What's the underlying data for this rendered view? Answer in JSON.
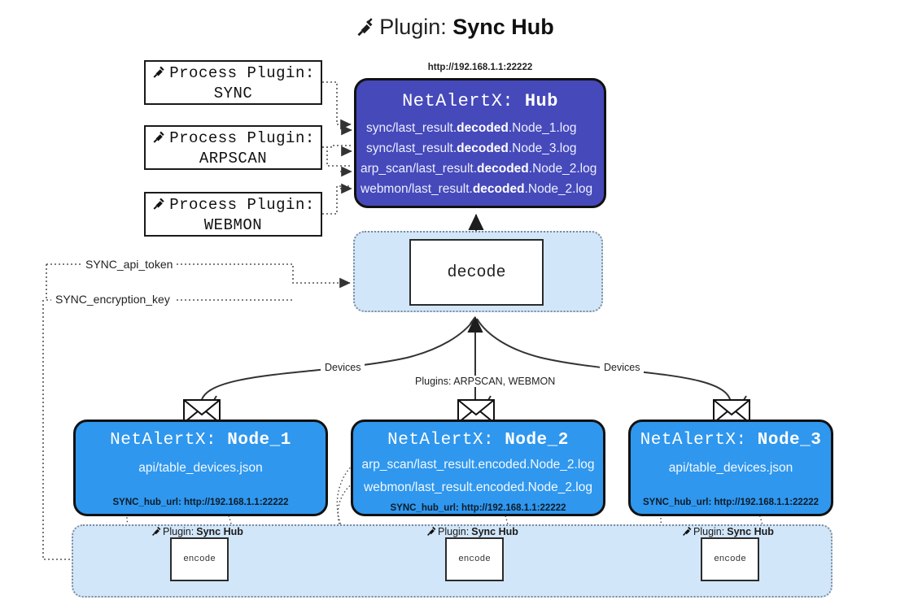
{
  "title": {
    "icon": "plug-icon",
    "prefix": "Plugin:",
    "name": "Sync Hub"
  },
  "process_plugins": [
    {
      "icon": "plug-icon",
      "line1": "Process Plugin:",
      "line2": "SYNC"
    },
    {
      "icon": "plug-icon",
      "line1": "Process Plugin:",
      "line2": "ARPSCAN"
    },
    {
      "icon": "plug-icon",
      "line1": "Process Plugin:",
      "line2": "WEBMON"
    }
  ],
  "hub": {
    "url": "http://192.168.1.1:22222",
    "title_prefix": "NetAlertX:",
    "title_name": "Hub",
    "files": [
      {
        "pre": "sync/last_result.",
        "em": "decoded",
        "post": ".Node_1.log"
      },
      {
        "pre": "sync/last_result.",
        "em": "decoded",
        "post": ".Node_3.log"
      },
      {
        "pre": "arp_scan/last_result.",
        "em": "decoded",
        "post": ".Node_2.log"
      },
      {
        "pre": "webmon/last_result.",
        "em": "decoded",
        "post": ".Node_2.log"
      }
    ]
  },
  "decode": {
    "label": "decode"
  },
  "secrets": [
    {
      "label": "SYNC_api_token"
    },
    {
      "label": "SYNC_encryption_key"
    }
  ],
  "edge_labels": {
    "devices_left": "Devices",
    "devices_right": "Devices",
    "plugins_center": "Plugins: ARPSCAN, WEBMON"
  },
  "nodes": [
    {
      "icon": "envelope-icon",
      "title_prefix": "NetAlertX:",
      "title_name": "Node_1",
      "rows": [
        "api/table_devices.json"
      ],
      "hub_url_label": "SYNC_hub_url: http://192.168.1.1:22222"
    },
    {
      "icon": "envelope-icon",
      "title_prefix": "NetAlertX:",
      "title_name": "Node_2",
      "rows": [
        "arp_scan/last_result.encoded.Node_2.log",
        "webmon/last_result.encoded.Node_2.log"
      ],
      "hub_url_label": "SYNC_hub_url: http://192.168.1.1:22222"
    },
    {
      "icon": "envelope-icon",
      "title_prefix": "NetAlertX:",
      "title_name": "Node_3",
      "rows": [
        "api/table_devices.json"
      ],
      "hub_url_label": "SYNC_hub_url: http://192.168.1.1:22222"
    }
  ],
  "encoders": [
    {
      "icon": "plug-icon",
      "prefix": "Plugin:",
      "name": "Sync Hub",
      "box_label": "encode"
    },
    {
      "icon": "plug-icon",
      "prefix": "Plugin:",
      "name": "Sync Hub",
      "box_label": "encode"
    },
    {
      "icon": "plug-icon",
      "prefix": "Plugin:",
      "name": "Sync Hub",
      "box_label": "encode"
    }
  ],
  "colors": {
    "hub_fill": "#4649ba",
    "node_fill": "#2f97ee",
    "band_fill": "#d2e6fa",
    "stroke": "#111111",
    "dotted": "#555555"
  }
}
